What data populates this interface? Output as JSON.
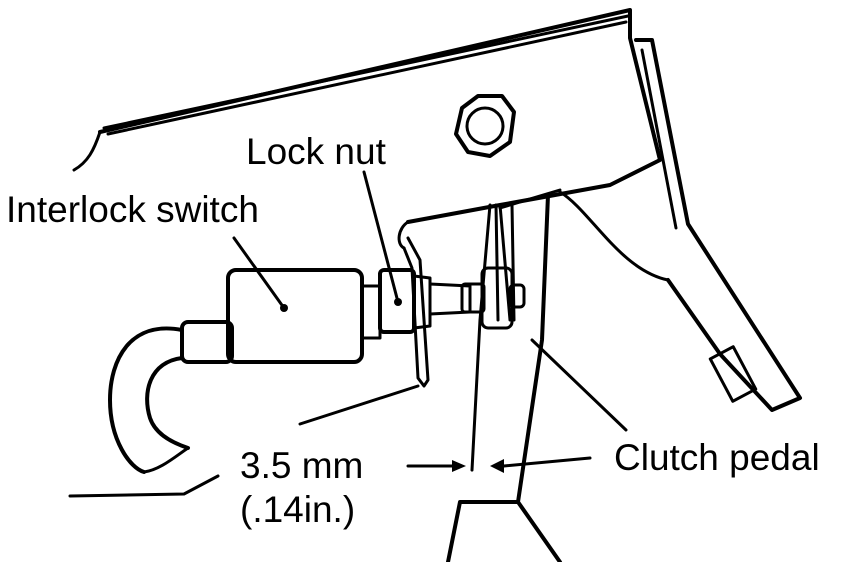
{
  "labels": {
    "lock_nut": "Lock nut",
    "interlock_switch": "Interlock switch",
    "clutch_pedal": "Clutch pedal",
    "gap_mm": "3.5 mm",
    "gap_in": "(.14in.)"
  },
  "colors": {
    "ink": "#000000",
    "paper": "#ffffff"
  }
}
